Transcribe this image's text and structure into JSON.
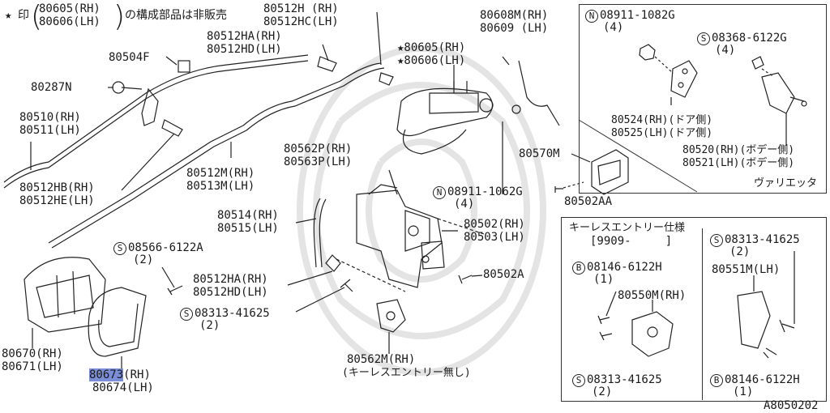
{
  "note": {
    "star": "★",
    "prefix": "印",
    "part1": "80605(RH)",
    "part2": "80606(LH)",
    "suffix": "の構成部品は非販売"
  },
  "labels": {
    "p80512H": "80512H (RH)",
    "p80512HC": "80512HC(LH)",
    "p80512HA_top": "80512HA(RH)",
    "p80512HD_top": "80512HD(LH)",
    "p80504F": "80504F",
    "p80287N": "80287N",
    "p80510": "80510(RH)",
    "p80511": "80511(LH)",
    "p80512HB": "80512HB(RH)",
    "p80512HE": "80512HE(LH)",
    "p80512M": "80512M(RH)",
    "p80513M": "80513M(LH)",
    "p80608M": "80608M(RH)",
    "p80609": "80609 (LH)",
    "p80605": "★80605(RH)",
    "p80606": "★80606(LH)",
    "p80562P": "80562P(RH)",
    "p80563P": "80563P(LH)",
    "p80570M": "80570M",
    "p80502AA": "80502AA",
    "n08911_mid": "08911-1062G",
    "n08911_mid_qty": "(4)",
    "p80514": "80514(RH)",
    "p80515": "80515(LH)",
    "p80502": "80502(RH)",
    "p80503": "80503(LH)",
    "s08566": "08566-6122A",
    "s08566_qty": "(2)",
    "p80512HA_bot": "80512HA(RH)",
    "p80512HD_bot": "80512HD(LH)",
    "p80502A": "80502A",
    "s08313_mid": "08313-41625",
    "s08313_mid_qty": "(2)",
    "p80670": "80670(RH)",
    "p80671": "80671(LH)",
    "p80673_code": "80673",
    "p80673_side": "(RH)",
    "p80674": "80674(LH)",
    "p80562M": "80562M(RH)",
    "p80562M_note": "(キーレスエントリー無し)"
  },
  "box_top_right": {
    "n08911": "08911-1082G",
    "n08911_qty": "(4)",
    "s08368": "08368-6122G",
    "s08368_qty": "(4)",
    "p80524": "80524(RH)(ドア側)",
    "p80525": "80525(LH)(ドア側)",
    "p80520": "80520(RH)(ボデー側)",
    "p80521": "80521(LH)(ボデー側)",
    "caption": "ヴァリエッタ"
  },
  "box_bottom_right": {
    "title": "キーレスエントリー仕様",
    "range": "[9909-     ]",
    "b08146_top": "08146-6122H",
    "b08146_top_qty": "(1)",
    "p80550M": "80550M(RH)",
    "s08313_bot": "08313-41625",
    "s08313_bot_qty": "(2)",
    "s08313_top": "08313-41625",
    "s08313_top_qty": "(2)",
    "p80551M": "80551M(LH)",
    "b08146_bot": "08146-6122H",
    "b08146_bot_qty": "(1)"
  },
  "markers": {
    "N": "N",
    "S": "S",
    "B": "B"
  },
  "footer_code": "A8050202"
}
